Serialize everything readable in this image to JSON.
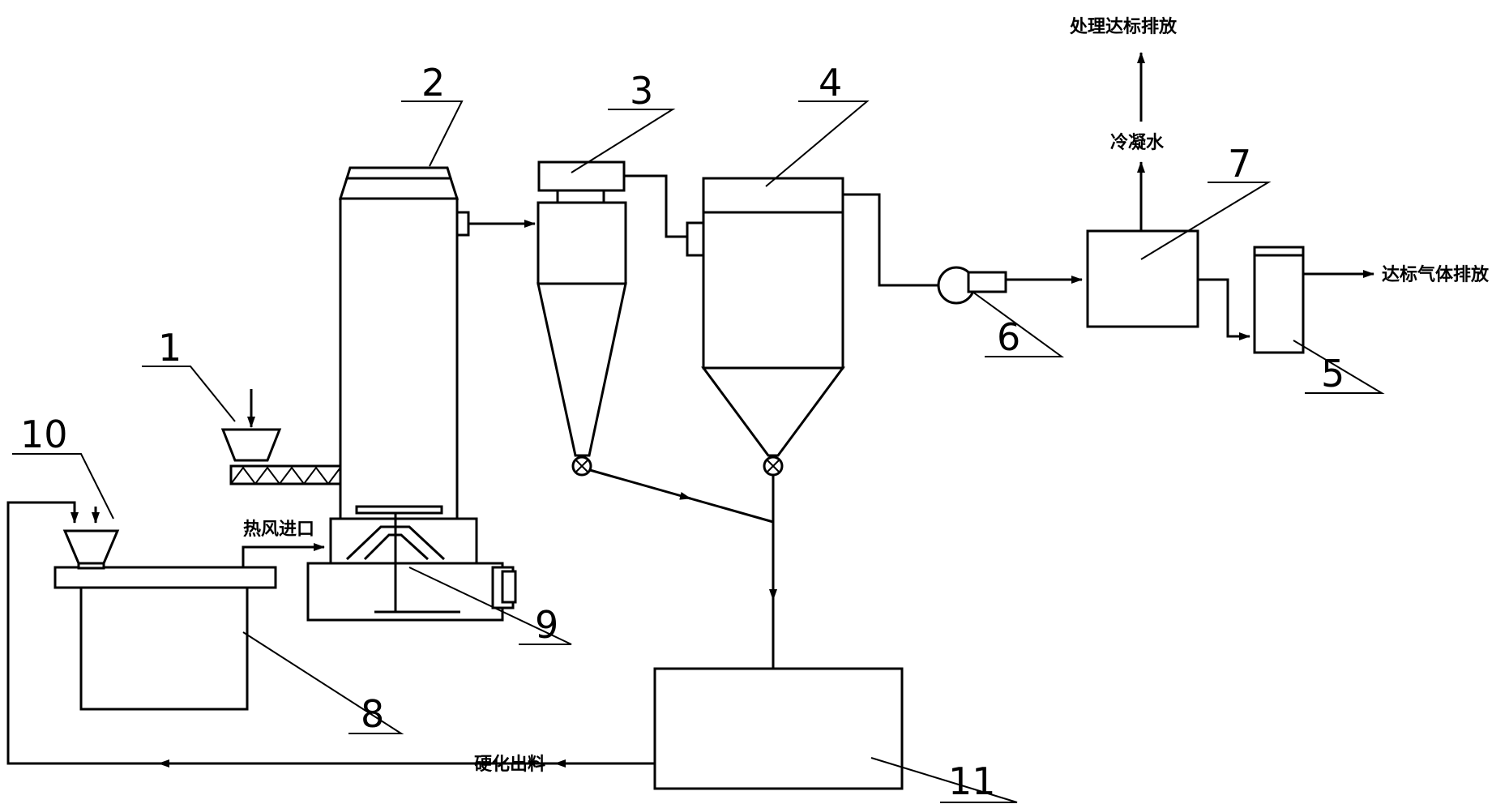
{
  "diagram": {
    "labels": {
      "n1": "1",
      "n2": "2",
      "n3": "3",
      "n4": "4",
      "n5": "5",
      "n6": "6",
      "n7": "7",
      "n8": "8",
      "n9": "9",
      "n10": "10",
      "n11": "11"
    },
    "text": {
      "treated_discharge": "处理达标排放",
      "condensate": "冷凝水",
      "gas_discharge": "达标气体排放",
      "hot_air_inlet": "热风进口",
      "hardened_output": "硬化出料"
    }
  }
}
